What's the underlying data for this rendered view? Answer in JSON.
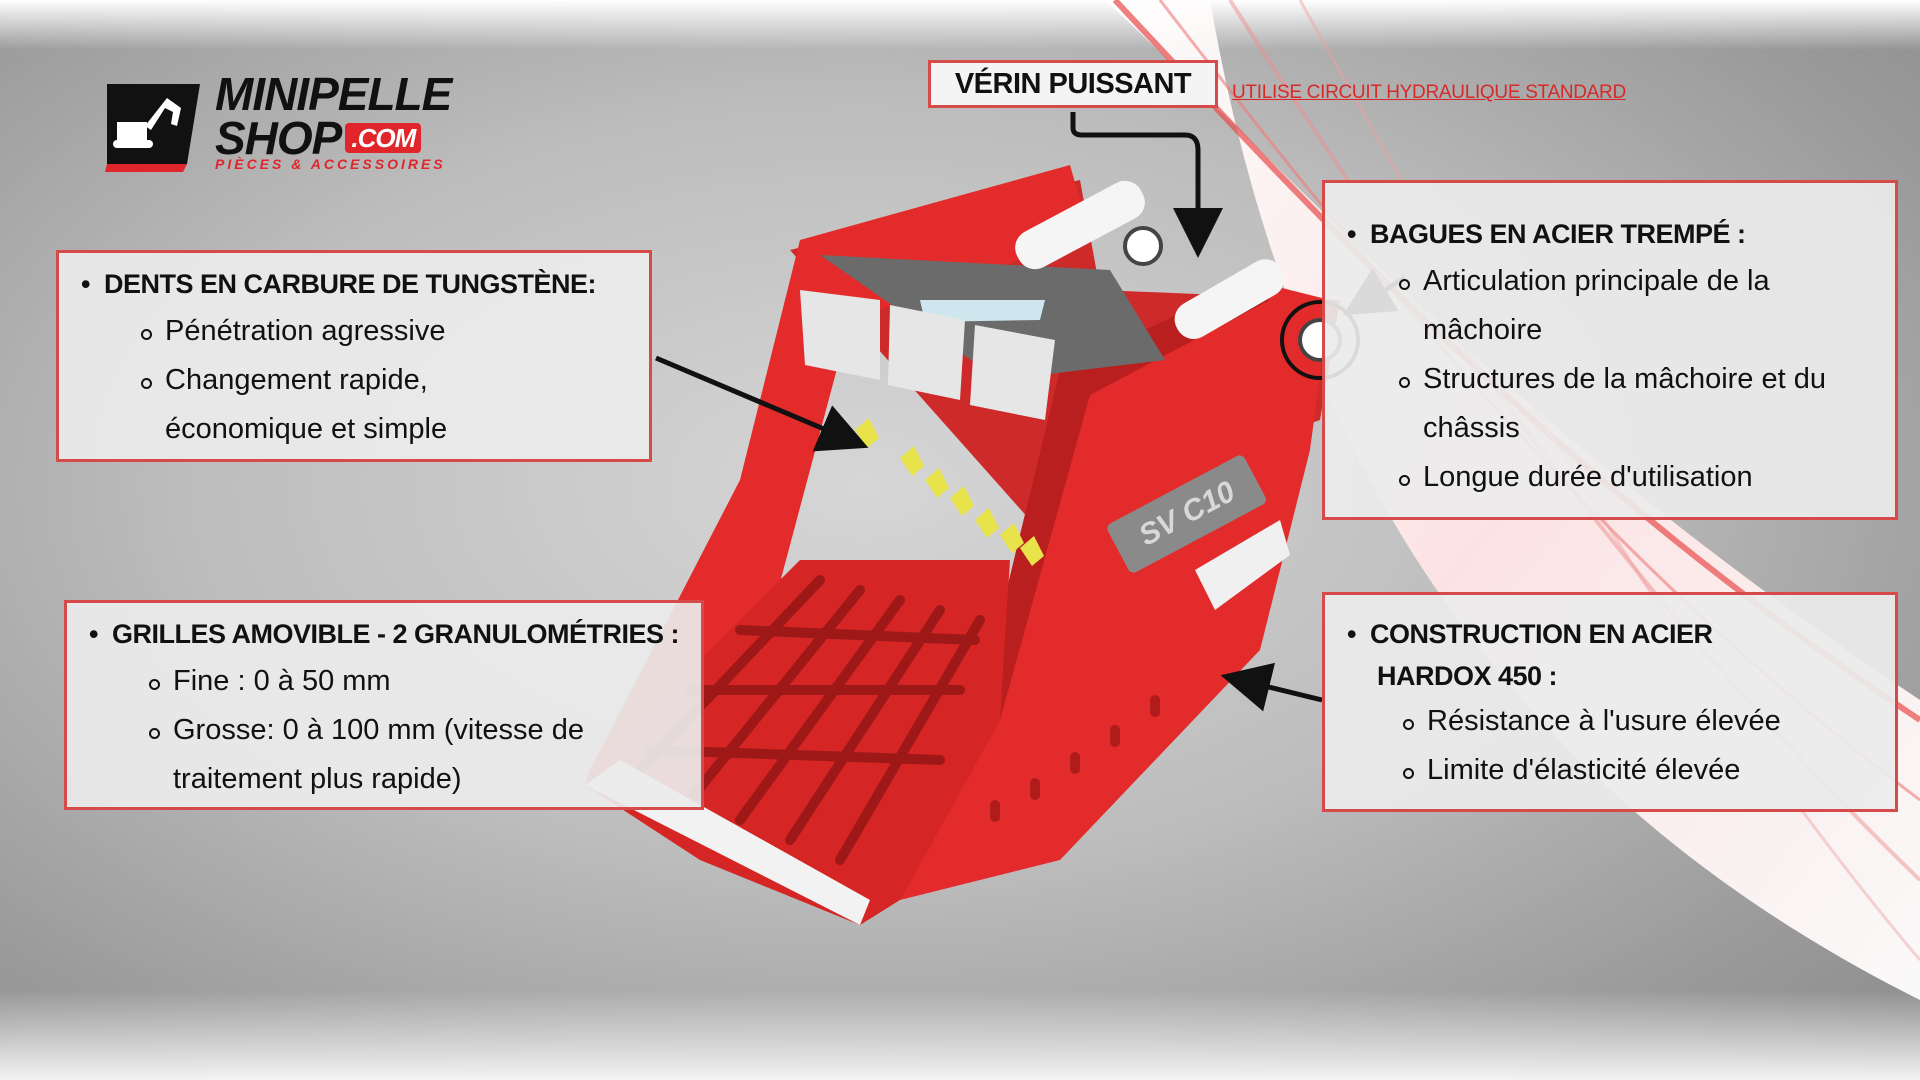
{
  "logo": {
    "line1": "MINIPELLE",
    "line2": "SHOP",
    "suffix": ".COM",
    "tagline": "PIÈCES & ACCESSOIRES"
  },
  "colors": {
    "brand_red": "#e0262a",
    "frame_red": "#d64a4a",
    "text": "#111111"
  },
  "top": {
    "label": "VÉRIN PUISSANT",
    "note": "UTILISE CIRCUIT HYDRAULIQUE STANDARD"
  },
  "product": {
    "plate_text": "SV C10"
  },
  "callouts": {
    "dents": {
      "head": "DENTS EN CARBURE DE TUNGSTÈNE:",
      "items": [
        "Pénétration agressive",
        "Changement rapide,",
        "économique et simple"
      ]
    },
    "grilles": {
      "head": "GRILLES AMOVIBLE - 2 GRANULOMÉTRIES :",
      "items": [
        "Fine : 0 à 50 mm",
        "Grosse: 0 à 100 mm (vitesse de",
        "traitement plus rapide)"
      ]
    },
    "bagues": {
      "head": "BAGUES EN ACIER TREMPÉ :",
      "items": [
        "Articulation principale de la",
        "mâchoire",
        "Structures de la mâchoire et du",
        "châssis",
        "Longue durée d'utilisation"
      ]
    },
    "construction": {
      "head1": "CONSTRUCTION EN ACIER",
      "head2": "HARDOX 450 :",
      "items": [
        "Résistance à l'usure élevée",
        "Limite d'élasticité élevée"
      ]
    }
  }
}
